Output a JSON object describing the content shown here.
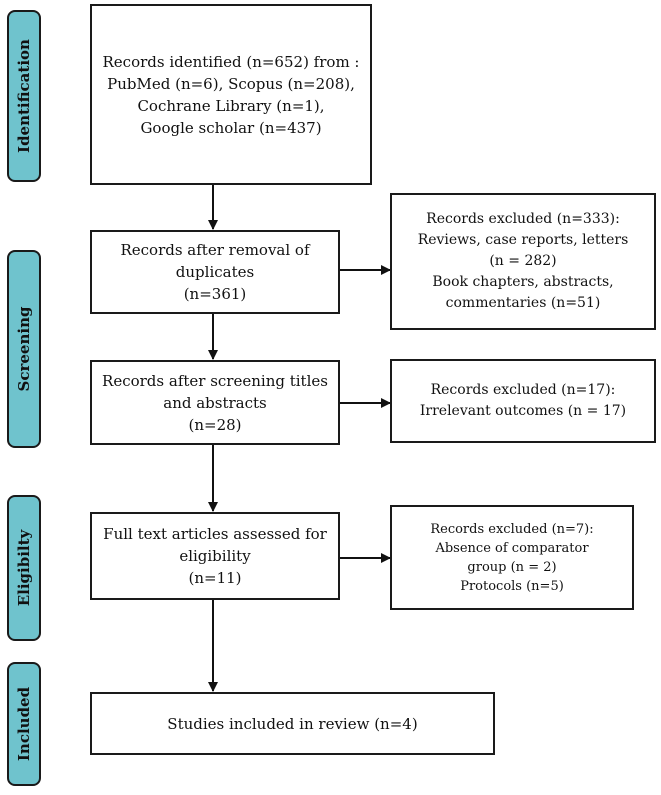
{
  "phases": {
    "identification": "Identification",
    "screening": "Screening",
    "eligibility": "Eligibilty",
    "included": "Included"
  },
  "boxes": {
    "identified": {
      "lines": [
        "Records identified (n=652) from :",
        "PubMed (n=6), Scopus (n=208),",
        "Cochrane Library (n=1),",
        "Google scholar (n=437)"
      ]
    },
    "after_duplicates": {
      "lines": [
        "Records after removal of",
        "duplicates",
        "(n=361)"
      ]
    },
    "excluded_duplicates": {
      "lines": [
        "Records excluded  (n=333):",
        "Reviews, case reports, letters",
        "(n = 282)",
        "Book chapters, abstracts,",
        "commentaries (n=51)"
      ]
    },
    "after_screening": {
      "lines": [
        "Records after screening titles",
        "and abstracts",
        "(n=28)"
      ]
    },
    "excluded_screening": {
      "lines": [
        "Records excluded (n=17):",
        "Irrelevant outcomes (n = 17)"
      ]
    },
    "full_text": {
      "lines": [
        "Full text articles assessed for",
        "eligibility",
        "(n=11)"
      ]
    },
    "excluded_full_text": {
      "lines": [
        "Records excluded  (n=7):",
        "Absence of comparator",
        "group (n = 2)",
        "Protocols (n=5)"
      ]
    },
    "included": {
      "lines": [
        "Studies included in review (n=4)"
      ]
    }
  },
  "colors": {
    "phase_fill": "#6fc3cd",
    "border": "#1a1a1a",
    "arrow": "#111111"
  }
}
